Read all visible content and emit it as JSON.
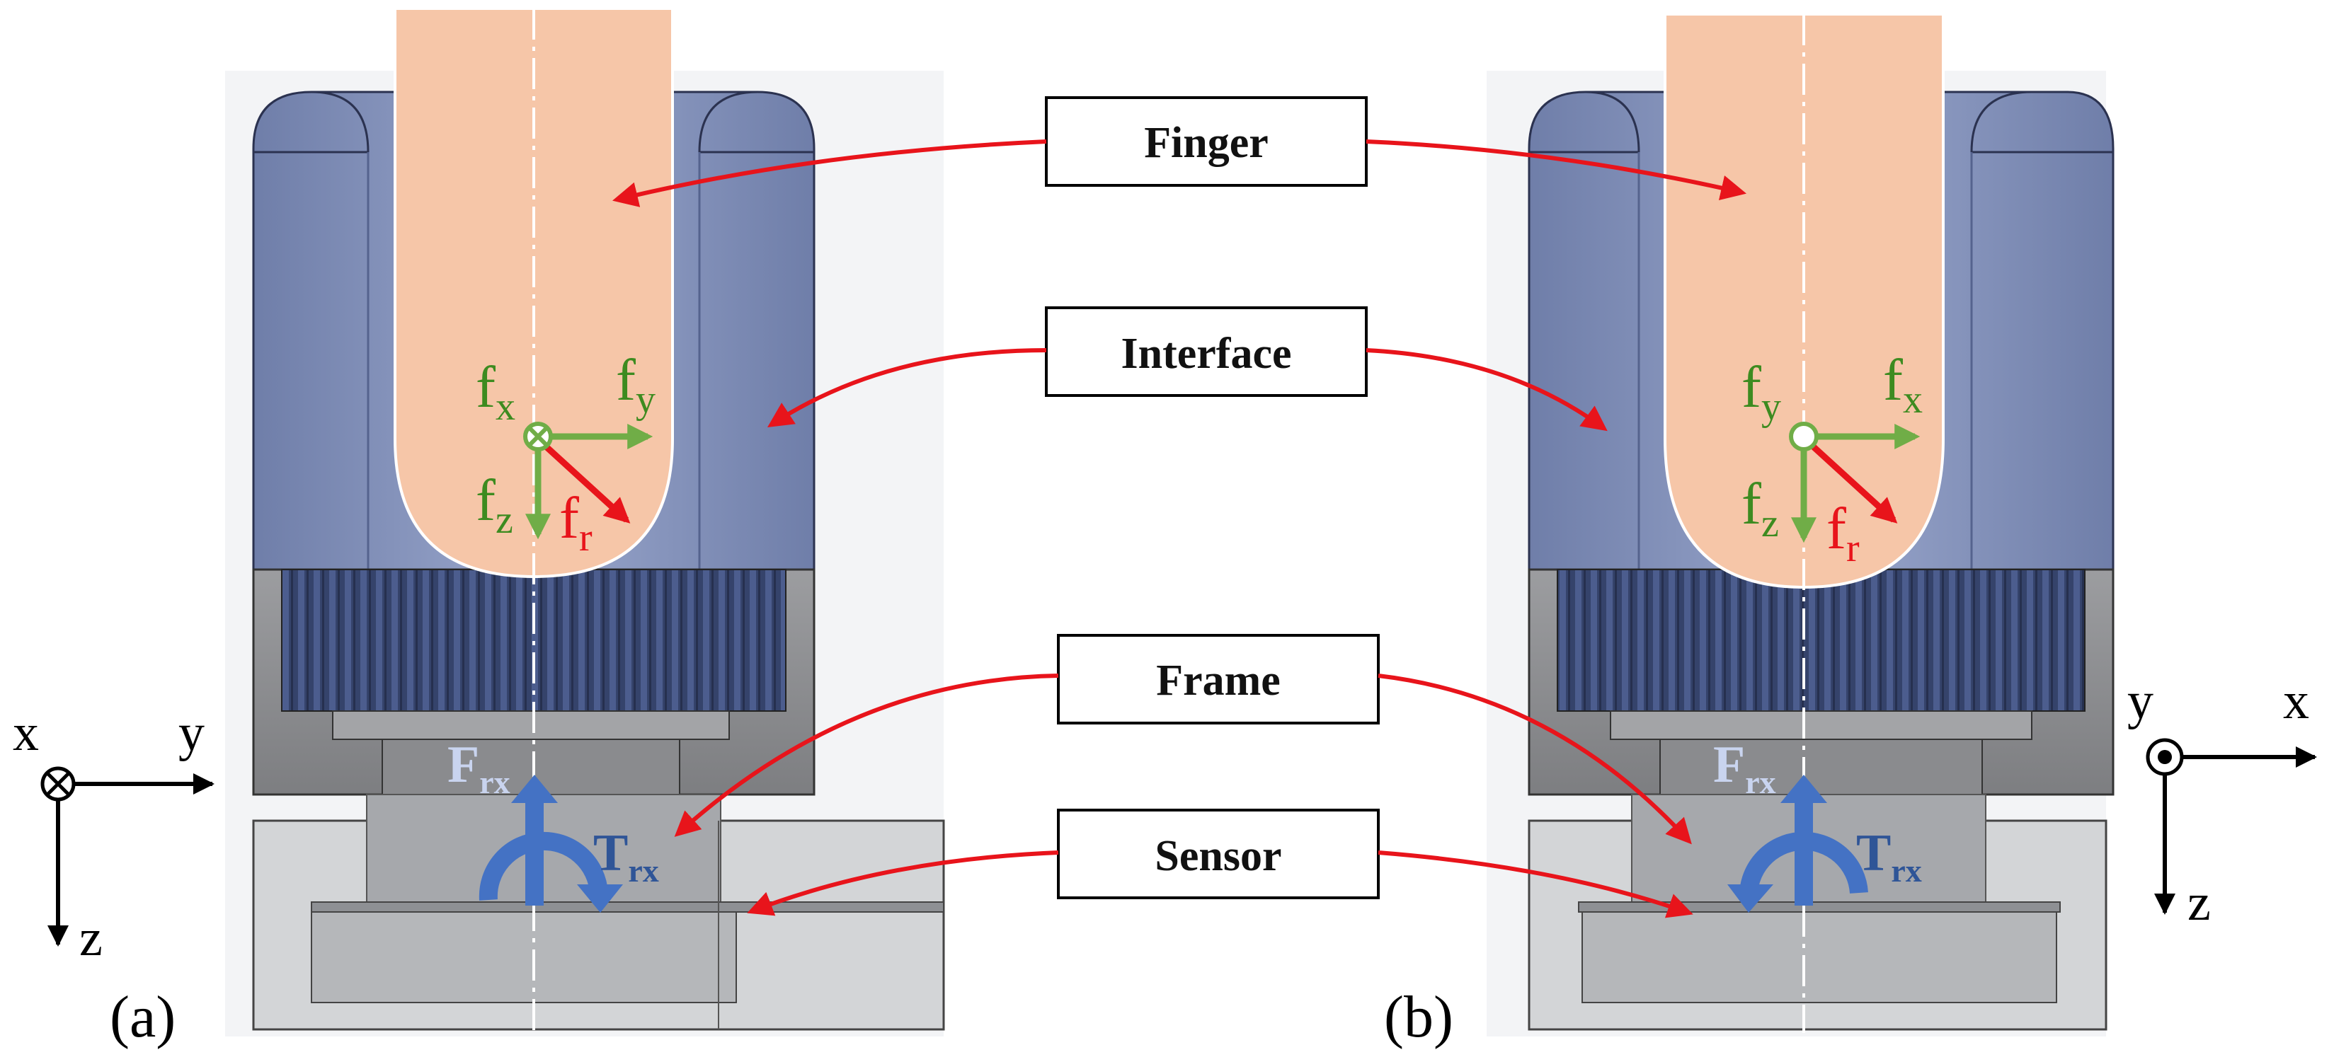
{
  "labels": {
    "finger": "Finger",
    "interface": "Interface",
    "frame": "Frame",
    "sensor": "Sensor"
  },
  "panels": [
    {
      "caption": "(a)",
      "axes": {
        "into": "x",
        "right": "y",
        "down": "z"
      },
      "force_symbols": {
        "left": {
          "base": "f",
          "sub": "x"
        },
        "right": {
          "base": "f",
          "sub": "y"
        },
        "down": {
          "base": "f",
          "sub": "z"
        },
        "diag": {
          "base": "f",
          "sub": "r"
        },
        "F": {
          "base": "F",
          "sub": "rx"
        },
        "T": {
          "base": "T",
          "sub": "rx"
        }
      }
    },
    {
      "caption": "(b)",
      "axes": {
        "out": "y",
        "right": "x",
        "down": "z"
      },
      "force_symbols": {
        "left": {
          "base": "f",
          "sub": "y"
        },
        "right": {
          "base": "f",
          "sub": "x"
        },
        "down": {
          "base": "f",
          "sub": "z"
        },
        "diag": {
          "base": "f",
          "sub": "r"
        },
        "F": {
          "base": "F",
          "sub": "rx"
        },
        "T": {
          "base": "T",
          "sub": "rx"
        }
      }
    }
  ],
  "colors": {
    "finger": "#f6c6a8",
    "interface": "#8594bf",
    "frame": "#8f9093",
    "sensor": "#c9cbcd",
    "force_green": "#70ad47",
    "label_green": "#3d8b20",
    "force_red": "#e8141b",
    "moment_blue": "#4472c4"
  }
}
